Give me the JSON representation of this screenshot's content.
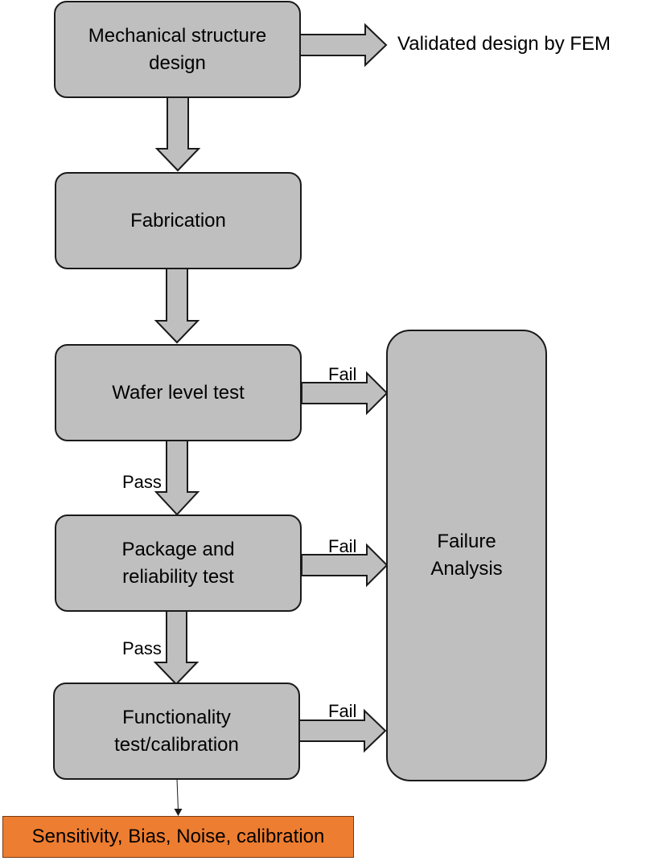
{
  "colors": {
    "box_fill": "#bfbfbf",
    "box_stroke": "#1a1a1a",
    "result_fill": "#ed7d31"
  },
  "steps": {
    "mechanical_design": "Mechanical structure\ndesign",
    "fabrication": "Fabrication",
    "wafer_test": "Wafer level test",
    "package_test": "Package and\nreliability test",
    "functionality_test": "Functionality\ntest/calibration"
  },
  "failure_analysis": "Failure\nAnalysis",
  "validated_output": "Validated design by FEM",
  "result": "Sensitivity, Bias, Noise, calibration",
  "edge_labels": {
    "pass_1": "Pass",
    "pass_2": "Pass",
    "fail_1": "Fail",
    "fail_2": "Fail",
    "fail_3": "Fail"
  }
}
